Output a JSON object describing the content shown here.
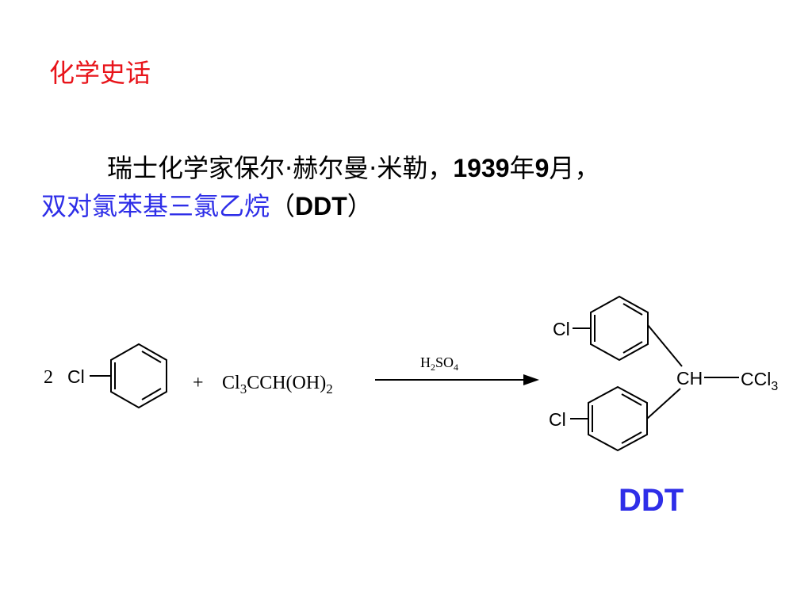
{
  "header": {
    "title": "化学史话"
  },
  "intro": {
    "line1": {
      "text": "瑞士化学家保尔·赫尔曼·米勒，",
      "year": "1939",
      "year_unit": "年",
      "month": "9",
      "month_unit": "月，"
    },
    "line2": {
      "compound_name": "双对氯苯基三氯乙烷",
      "paren_open": "（",
      "abbr": "DDT",
      "paren_close": "）"
    }
  },
  "reaction": {
    "coefficient": "2",
    "reactant1_substituent": "Cl",
    "plus": "+",
    "reactant2": {
      "a": "Cl",
      "a_sub": "3",
      "b": "CCH(OH)",
      "b_sub": "2"
    },
    "catalyst": {
      "a": "H",
      "a_sub": "2",
      "b": "SO",
      "b_sub": "4"
    },
    "product": {
      "cl_top": "Cl",
      "cl_bottom": "Cl",
      "center": "CH",
      "group": "CCl",
      "group_sub": "3"
    }
  },
  "product_label": "DDT",
  "colors": {
    "title": "#e8141a",
    "highlight": "#2e2ee8",
    "text": "#000000"
  }
}
